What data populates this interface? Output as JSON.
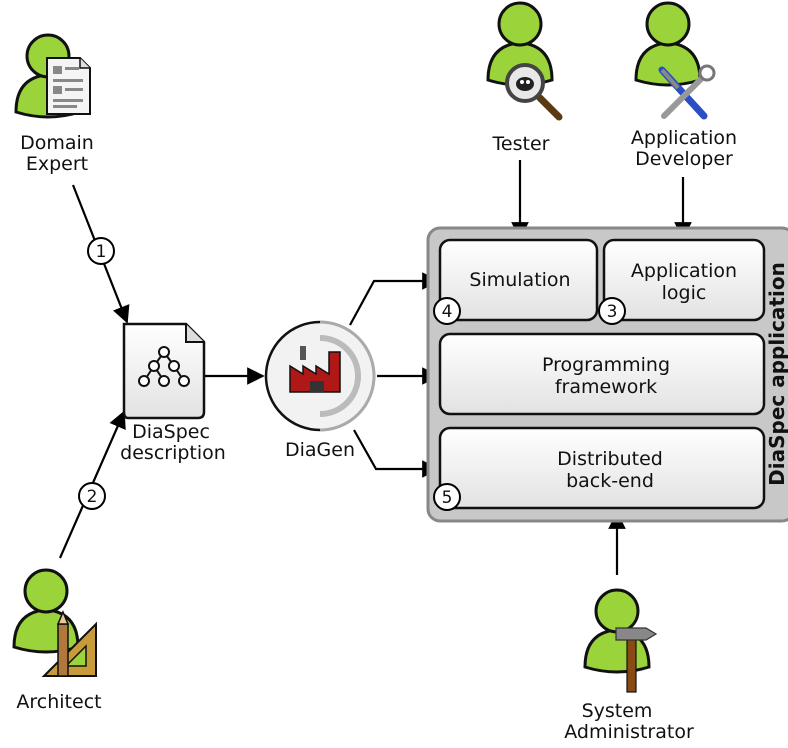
{
  "actors": {
    "domain_expert": {
      "line1": "Domain",
      "line2": "Expert",
      "icon": "document-icon"
    },
    "architect": {
      "line1": "Architect",
      "icon": "ruler-pencil-icon"
    },
    "tester": {
      "line1": "Tester",
      "icon": "magnifier-bug-icon"
    },
    "application_developer": {
      "line1": "Application",
      "line2": "Developer",
      "icon": "tools-icon"
    },
    "system_administrator": {
      "line1": "System",
      "line2": "Administrator",
      "icon": "hammer-icon"
    }
  },
  "diaspec_description": {
    "line1": "DiaSpec",
    "line2": "description",
    "icon": "tree-document-icon"
  },
  "diagen": {
    "label": "DiaGen",
    "icon": "factory-icon"
  },
  "application": {
    "title": "DiaSpec application",
    "boxes": {
      "simulation": {
        "line1": "Simulation",
        "step": "4"
      },
      "application_logic": {
        "line1": "Application",
        "line2": "logic",
        "step": "3"
      },
      "programming_framework": {
        "line1": "Programming",
        "line2": "framework"
      },
      "distributed_backend": {
        "line1": "Distributed",
        "line2": "back-end",
        "step": "5"
      }
    }
  },
  "steps": {
    "domain_expert": "1",
    "architect": "2"
  },
  "colors": {
    "person": "#9bd33a",
    "person_outline": "#111111",
    "container": "#c8c8c8",
    "box": "#f4f4f4",
    "factory": "#b01818"
  }
}
